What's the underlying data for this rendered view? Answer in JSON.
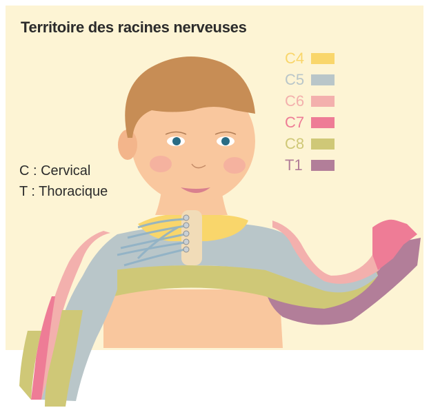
{
  "title": "Territoire des racines nerveuses",
  "abbreviations": [
    {
      "text": "C : Cervical"
    },
    {
      "text": "T :  Thoracique"
    }
  ],
  "legend": [
    {
      "label": "C4",
      "color": "#f9d66b"
    },
    {
      "label": "C5",
      "color": "#b9c6c9"
    },
    {
      "label": "C6",
      "color": "#f3b0ad"
    },
    {
      "label": "C7",
      "color": "#ee7c96"
    },
    {
      "label": "C8",
      "color": "#cfc877"
    },
    {
      "label": "T1",
      "color": "#b27e99"
    }
  ]
}
